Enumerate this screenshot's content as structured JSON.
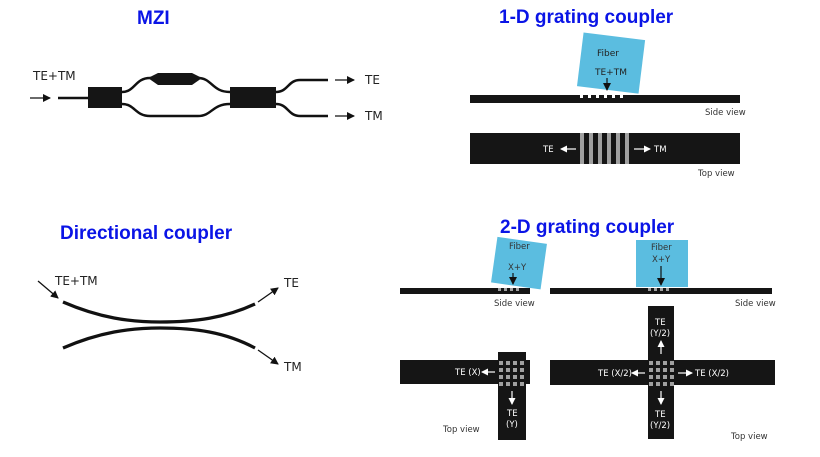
{
  "titles": {
    "mzi": "MZI",
    "gc1d": "1-D grating coupler",
    "dc": "Directional coupler",
    "gc2d": "2-D grating coupler"
  },
  "mzi": {
    "input_label": "TE+TM",
    "output_top": "TE",
    "output_bottom": "TM"
  },
  "gc1d": {
    "fiber_label": "Fiber",
    "fiber_input": "TE+TM",
    "side_view_label": "Side view",
    "top_view_label": "Top view",
    "left_output": "TE",
    "right_output": "TM"
  },
  "dc": {
    "input_label": "TE+TM",
    "output_top": "TE",
    "output_bottom": "TM"
  },
  "gc2d": {
    "left": {
      "fiber_label": "Fiber",
      "fiber_input": "X+Y",
      "side_view_label": "Side view",
      "top_view_label": "Top view",
      "output_x": "TE (X)",
      "output_y_line1": "TE",
      "output_y_line2": "(Y)"
    },
    "right": {
      "fiber_label": "Fiber",
      "fiber_input": "X+Y",
      "side_view_label": "Side view",
      "top_view_label": "Top view",
      "output_left": "TE (X/2)",
      "output_right": "TE (X/2)",
      "output_top_line1": "TE",
      "output_top_line2": "(Y/2)",
      "output_bottom_line1": "TE",
      "output_bottom_line2": "(Y/2)"
    }
  },
  "colors": {
    "title": "#0a14e6",
    "fiber": "#5bbde0",
    "waveguide": "#151515",
    "grating": "#a0a0a0"
  }
}
